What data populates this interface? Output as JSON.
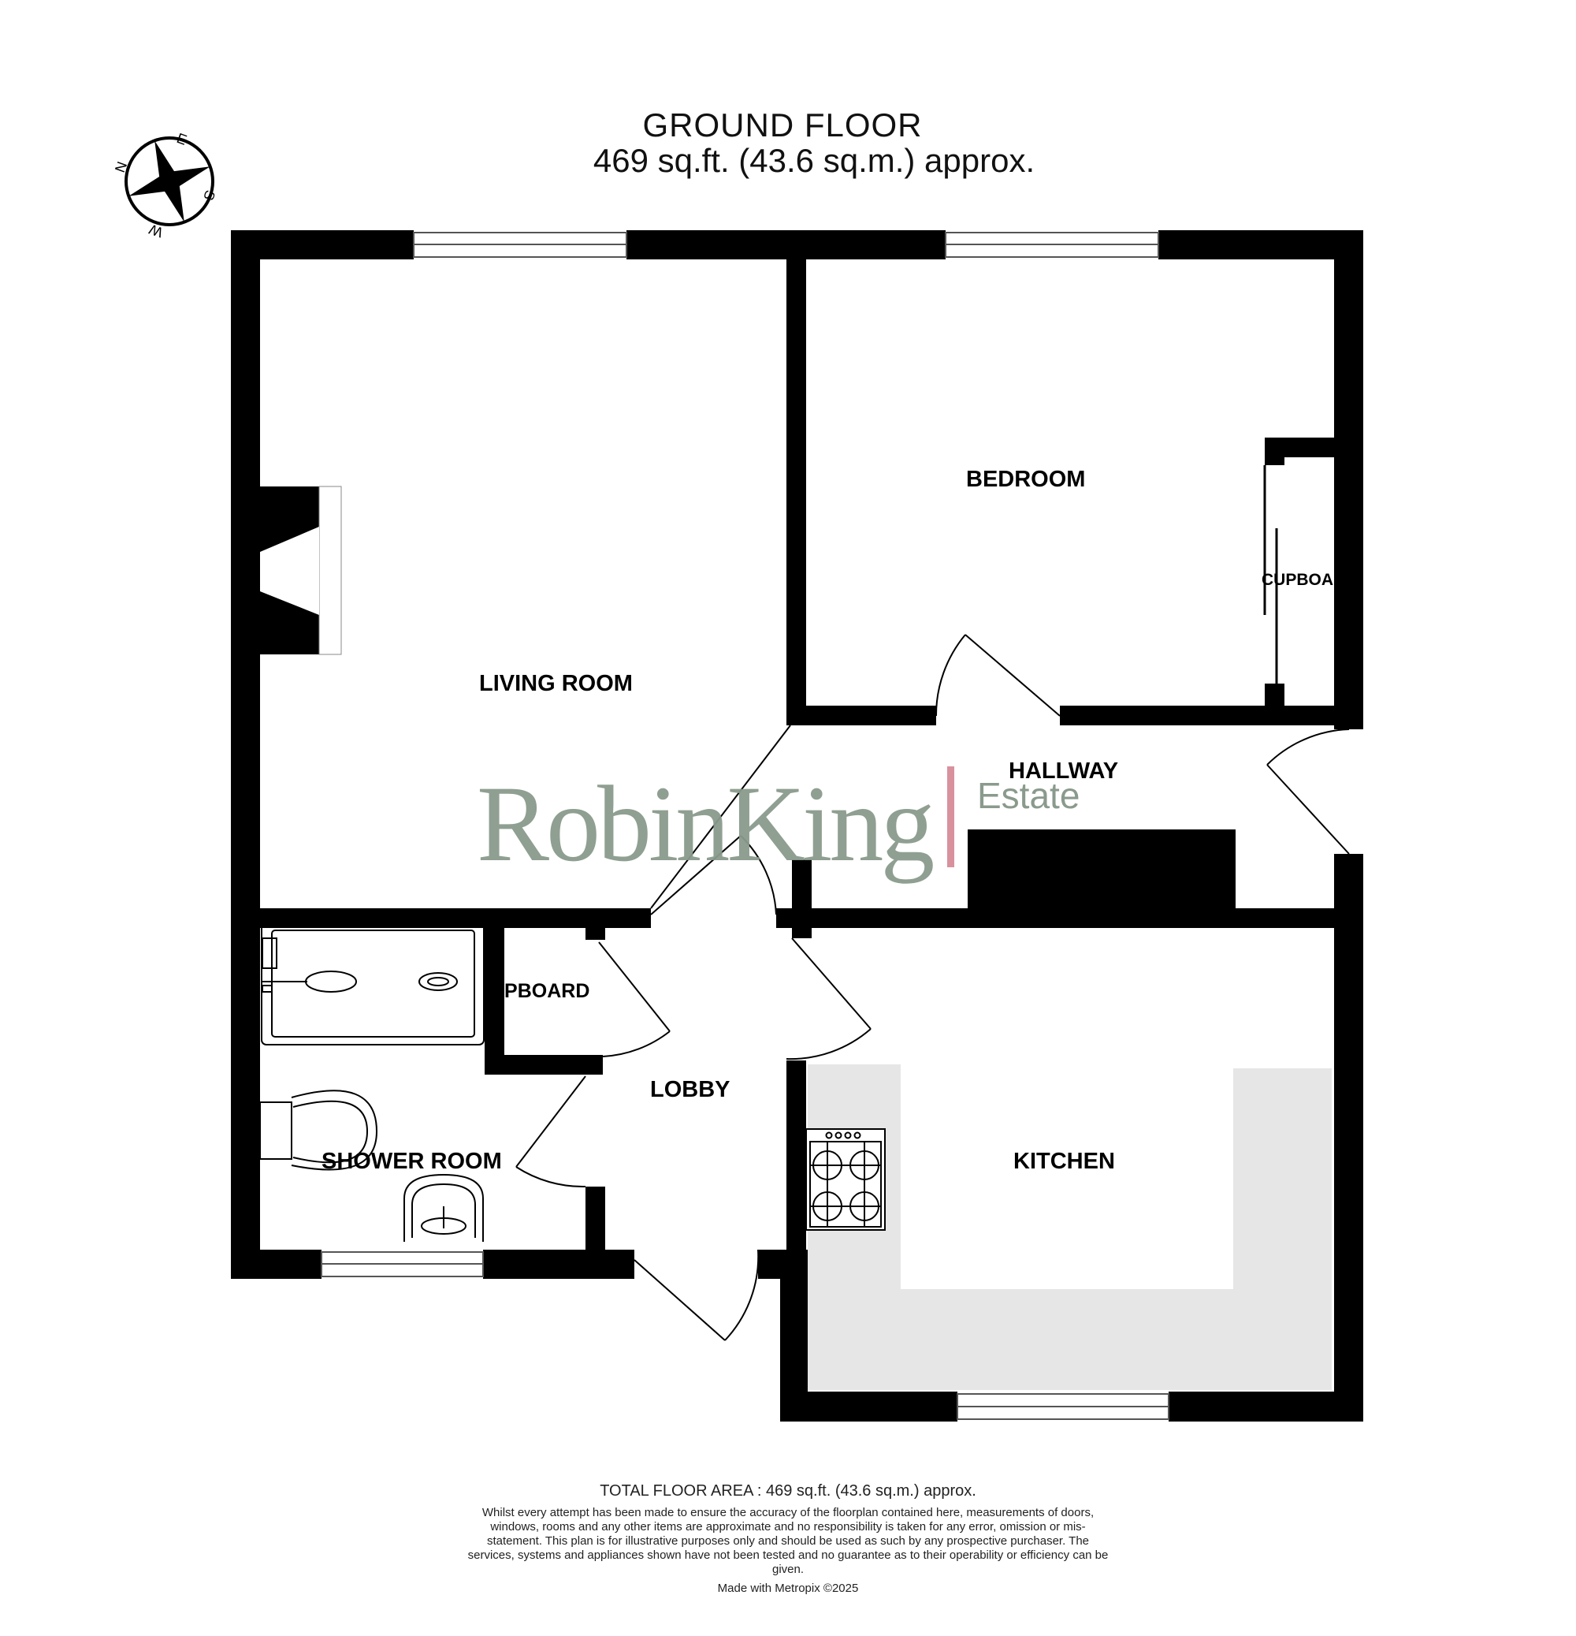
{
  "header": {
    "floor_name": "GROUND FLOOR",
    "floor_area": "469 sq.ft. (43.6 sq.m.) approx."
  },
  "compass": {
    "north": "N",
    "east": "E",
    "south": "S",
    "west": "W",
    "icon": "compass-rose-icon"
  },
  "rooms": {
    "living_room": "LIVING ROOM",
    "bedroom": "BEDROOM",
    "cupboard_bedroom": "CUPBOA",
    "hallway": "HALLWAY",
    "cupboard_lobby": "UPBOARD",
    "lobby": "LOBBY",
    "shower_room": "SHOWER ROOM",
    "kitchen": "KITCHEN"
  },
  "watermark": {
    "name": "RobinKing",
    "suffix": "Estate",
    "bar_color": "#d9919d",
    "text_color": "#8a9a8c"
  },
  "footer": {
    "total": "TOTAL FLOOR AREA : 469 sq.ft. (43.6 sq.m.) approx.",
    "disclaimer": "Whilst every attempt has been made to ensure the accuracy of the floorplan contained here, measurements of doors, windows, rooms and any other items are approximate and no responsibility is taken for any error, omission or mis-statement. This plan is for illustrative purposes only and should be used as such by any prospective purchaser. The services, systems and appliances shown have not been tested and no guarantee as to their operability or efficiency can be given.",
    "made_with": "Made with Metropix ©2025"
  },
  "colors": {
    "wall": "#000000",
    "counter": "#e6e6e6",
    "window": "#ffffff"
  }
}
